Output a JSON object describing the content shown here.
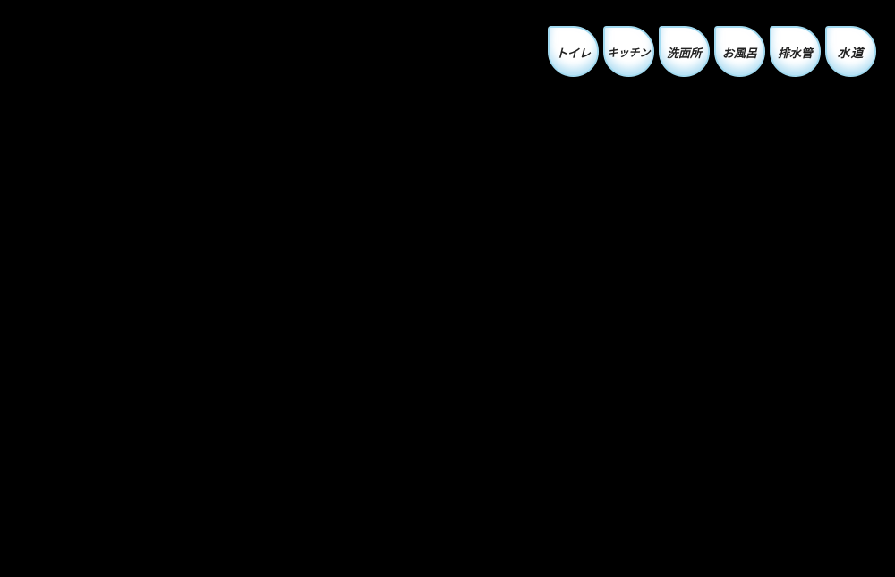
{
  "page": {
    "background_color": "#000000"
  },
  "badge_nav": {
    "style": {
      "border_color": "#a3daf0",
      "fill_top": "#ffffff",
      "fill_bottom": "#c2e5f5",
      "text_color": "#222222"
    },
    "items": [
      {
        "label": "トイレ"
      },
      {
        "label": "キッチン"
      },
      {
        "label": "洗面所"
      },
      {
        "label": "お風呂"
      },
      {
        "label": "排水管"
      },
      {
        "label": "水道"
      }
    ]
  }
}
